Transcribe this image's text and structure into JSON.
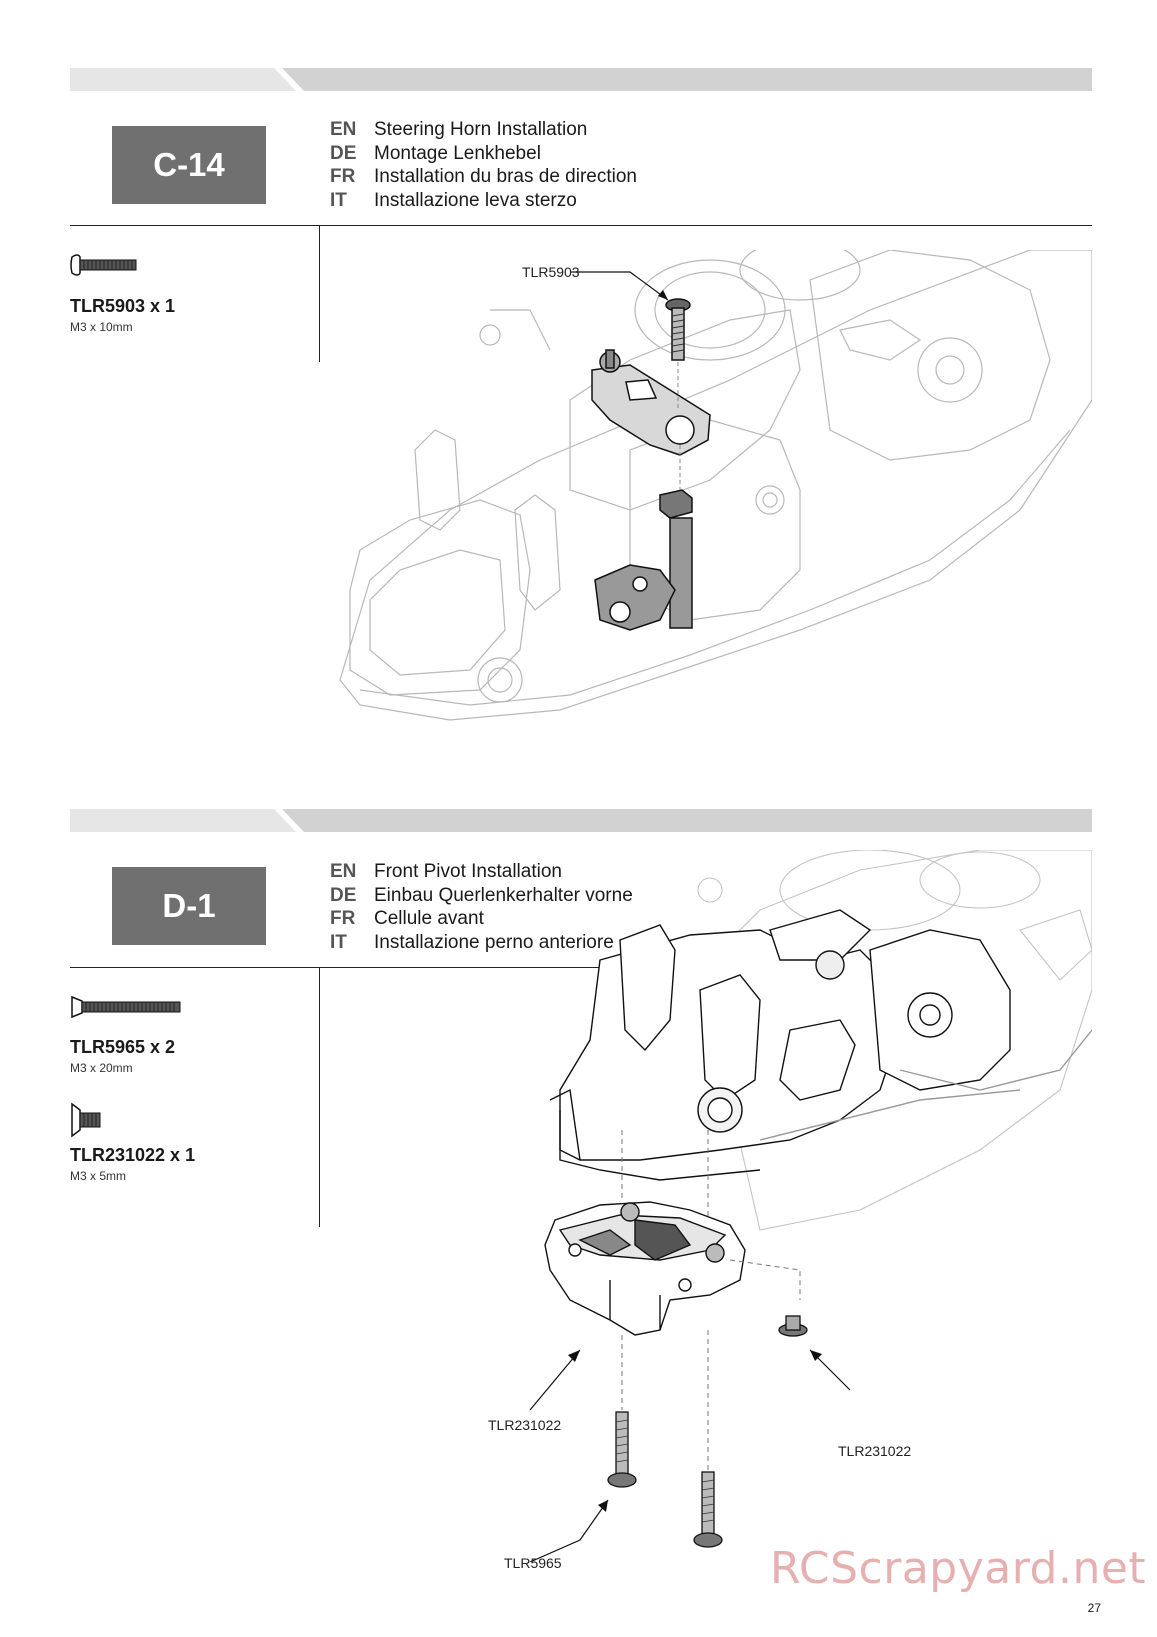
{
  "steps": [
    {
      "id": "C-14",
      "languages": [
        {
          "code": "EN",
          "text": "Steering Horn Installation"
        },
        {
          "code": "DE",
          "text": "Montage Lenkhebel"
        },
        {
          "code": "FR",
          "text": "Installation du bras de direction"
        },
        {
          "code": "IT",
          "text": "Installazione leva sterzo"
        }
      ],
      "parts": [
        {
          "name": "TLR5903 x 1",
          "size": "M3 x 10mm",
          "icon": "button-head-screw-icon"
        }
      ],
      "callouts": [
        "TLR5903"
      ]
    },
    {
      "id": "D-1",
      "languages": [
        {
          "code": "EN",
          "text": "Front Pivot Installation"
        },
        {
          "code": "DE",
          "text": "Einbau Querlenkerhalter vorne"
        },
        {
          "code": "FR",
          "text": "Cellule avant"
        },
        {
          "code": "IT",
          "text": "Installazione perno anteriore"
        }
      ],
      "parts": [
        {
          "name": "TLR5965 x 2",
          "size": "M3 x 20mm",
          "icon": "flat-head-screw-icon"
        },
        {
          "name": "TLR231022 x 1",
          "size": "M3 x 5mm",
          "icon": "flat-head-screw-short-icon"
        }
      ],
      "callouts": [
        "TLR231022",
        "TLR231022",
        "TLR5965"
      ]
    }
  ],
  "page_number": "27",
  "watermark": "RCScrapyard.net",
  "colors": {
    "step_box": "#707070",
    "bar_light": "#e6e6e6",
    "bar_mid": "#d0d0d0",
    "watermark": "#d06060"
  }
}
